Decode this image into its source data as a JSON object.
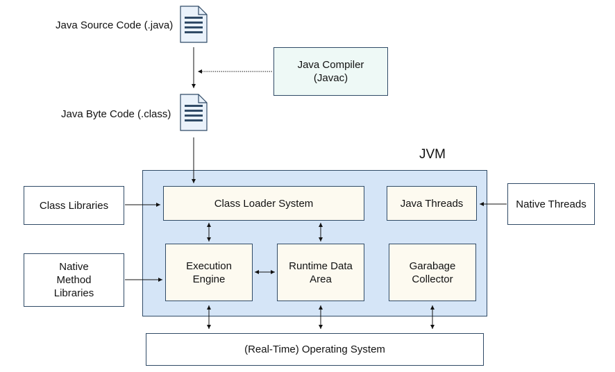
{
  "diagram": {
    "source_code": "Java Source Code (.java)",
    "byte_code": "Java Byte Code (.class)",
    "compiler": "Java Compiler\n(Javac)",
    "jvm_title": "JVM",
    "class_libraries": "Class Libraries",
    "native_method_libraries": "Native\nMethod\nLibraries",
    "native_threads": "Native Threads",
    "class_loader": "Class Loader System",
    "java_threads": "Java Threads",
    "execution_engine": "Execution\nEngine",
    "runtime_data_area": "Runtime Data\nArea",
    "garbage_collector": "Garabage\nCollector",
    "operating_system": "(Real-Time) Operating System"
  },
  "icons": [
    "document-icon",
    "document-icon"
  ]
}
